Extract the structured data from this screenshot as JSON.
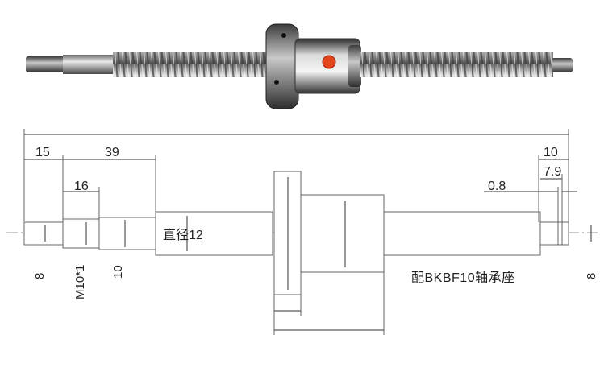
{
  "dimensions": {
    "d15": "15",
    "d39": "39",
    "d16": "16",
    "d10_top": "10",
    "d7_9": "7.9",
    "d0_8": "0.8",
    "dia12": "直径12",
    "left_8": "8",
    "m10": "M10*1",
    "left_10": "10",
    "right_8": "8"
  },
  "note": "配BKBF10轴承座",
  "colors": {
    "line": "#333333",
    "part_outline": "#666666",
    "nut_marker": "#e0451b",
    "background": "#ffffff"
  },
  "icons": {
    "photo": "ball-screw-photo"
  }
}
